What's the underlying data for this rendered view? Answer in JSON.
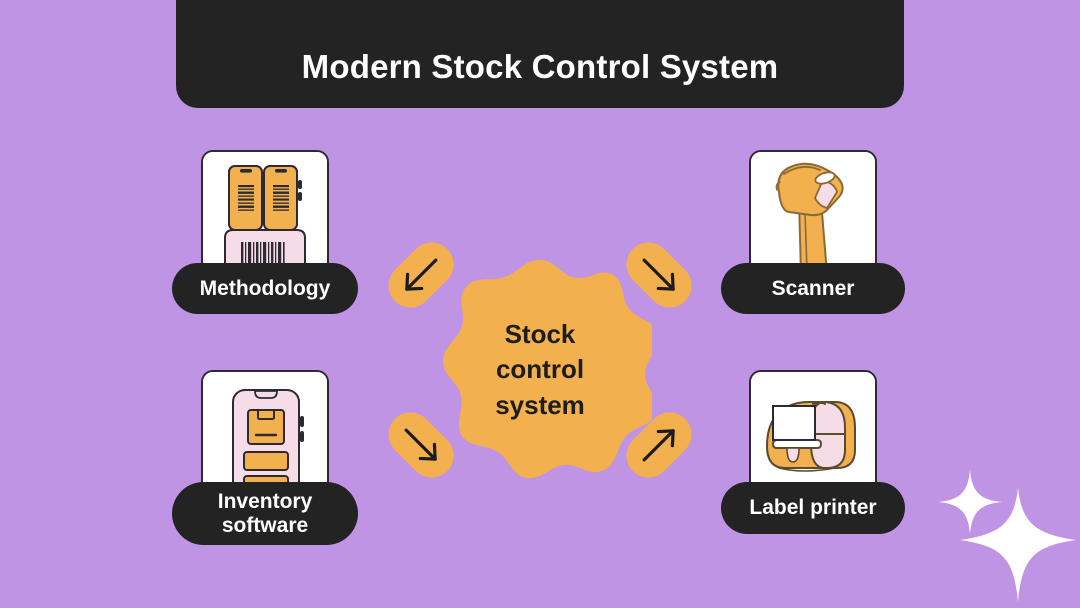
{
  "page": {
    "background_color": "#c094e5",
    "accent_orange": "#f2b04e",
    "accent_pink": "#f6dce6",
    "dark": "#232323",
    "white": "#ffffff"
  },
  "header": {
    "title": "Modern Stock Control System",
    "background_color": "#232323",
    "text_color": "#ffffff"
  },
  "center": {
    "label": "Stock\ncontrol\nsystem",
    "shape": "scalloped-burst",
    "fill_color": "#f2b04e",
    "text_color": "#1d1d1d"
  },
  "nodes": [
    {
      "id": "methodology",
      "label": "Methodology",
      "icon": "barcode-labels-icon",
      "position": "top-left"
    },
    {
      "id": "scanner",
      "label": "Scanner",
      "icon": "barcode-scanner-icon",
      "position": "top-right"
    },
    {
      "id": "inventory",
      "label": "Inventory\nsoftware",
      "icon": "smartphone-inventory-app-icon",
      "position": "bottom-left"
    },
    {
      "id": "printer",
      "label": "Label printer",
      "icon": "label-printer-icon",
      "position": "bottom-right"
    }
  ],
  "connectors": [
    {
      "id": "arrow-top-left",
      "direction": "up-left",
      "points_to": "methodology"
    },
    {
      "id": "arrow-top-right",
      "direction": "up-right",
      "points_to": "scanner"
    },
    {
      "id": "arrow-bottom-left",
      "direction": "down-left",
      "points_to": "inventory"
    },
    {
      "id": "arrow-bottom-right",
      "direction": "down-right",
      "points_to": "printer"
    }
  ],
  "decoration": {
    "sparkles": "two-four-pointed-stars",
    "color": "#ffffff"
  }
}
